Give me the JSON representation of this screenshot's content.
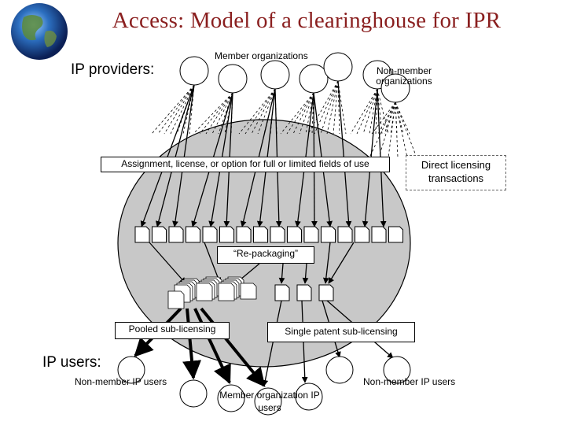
{
  "title": "Access: Model of a clearinghouse for IPR",
  "labels": {
    "ip_providers": "IP providers:",
    "member_organizations": "Member organizations",
    "non_member_organizations": "Non-member organizations",
    "assignment": "Assignment, license, or option for full or limited fields of use",
    "direct_licensing": "Direct licensing transactions",
    "repackaging": "“Re-packaging”",
    "pooled": "Pooled sub-licensing",
    "single_patent": "Single patent sub-licensing",
    "ip_users": "IP users:",
    "non_member_ip_users_left": "Non-member IP users",
    "member_org_ip_users": "Member organization IP users",
    "non_member_ip_users_right": "Non-member IP users"
  },
  "colors": {
    "title": "#8a1f1f",
    "ellipse_fill": "#c8c8c8",
    "line": "#000000"
  },
  "icons": {
    "logo": "globe-icon"
  }
}
